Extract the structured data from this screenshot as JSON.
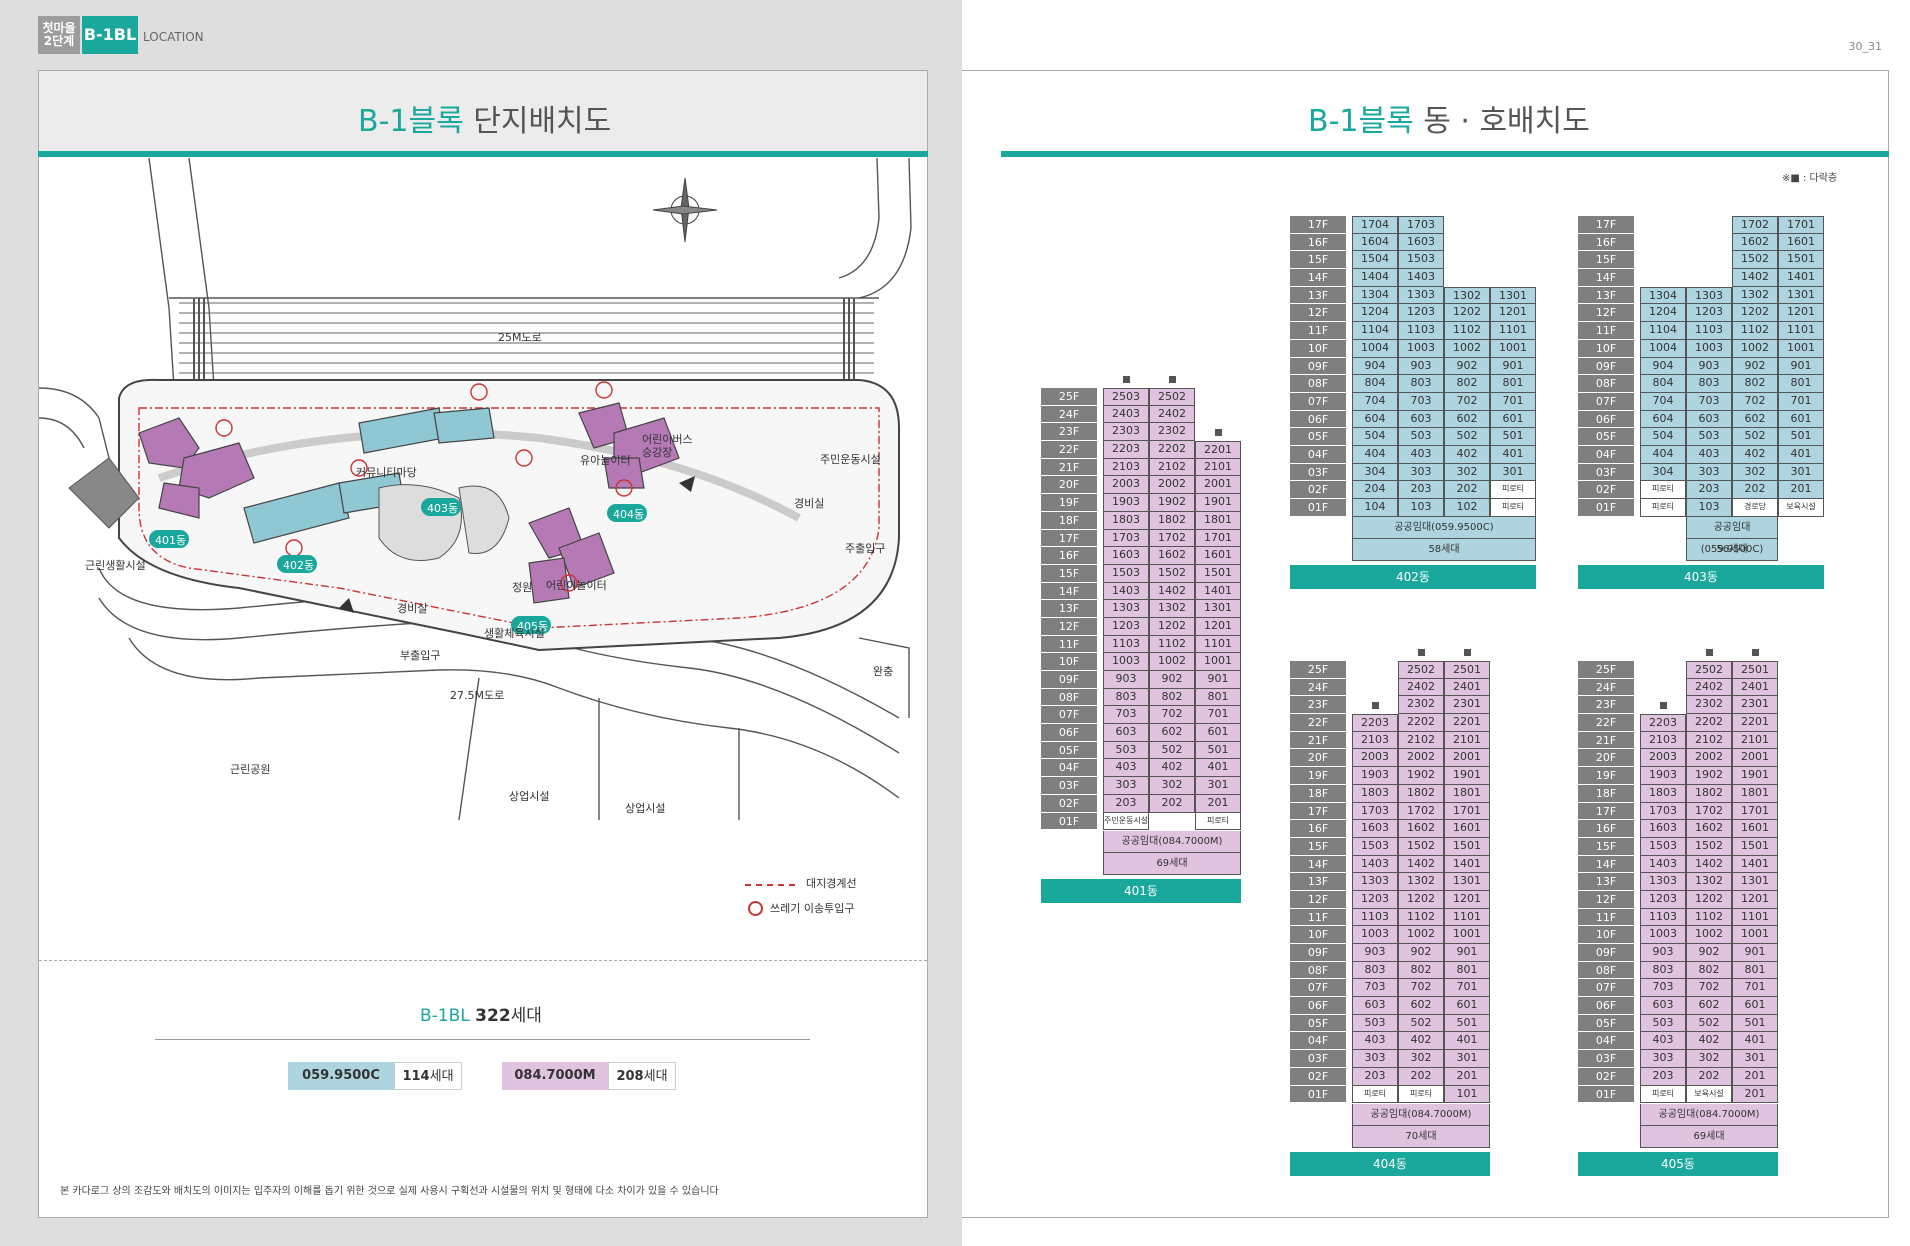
{
  "header": {
    "badge_line1": "첫마을",
    "badge_line2": "2단계",
    "block": "B-1BL",
    "section": "LOCATION",
    "page_numbers": "30_31"
  },
  "left": {
    "title_accent": "B-1블록",
    "title_rest": "단지배치도",
    "map_labels": {
      "road_25m": "25M도로",
      "road_275m": "27.5M도로",
      "b401": "401동",
      "b402": "402동",
      "b403": "403동",
      "b404": "404동",
      "b405": "405동",
      "community": "커뮤니티마당",
      "kids_play1": "유아놀이터",
      "kids_bus": "어린이버스\n승강장",
      "resident_fac": "주민운동시설",
      "guard1": "경비실",
      "guard2": "경비실",
      "main_gate": "주출입구",
      "sub_gate": "부출입구",
      "kids_play2": "어린이놀이터",
      "pond": "정원",
      "living_fac": "생활체육시설",
      "neighborhood_fac": "근린생활시설",
      "park": "근린공원",
      "commercial1": "상업시설",
      "commercial2": "상업시설",
      "buffer": "완충"
    },
    "legend": {
      "boundary": "대지경계선",
      "trash": "쓰레기 이송투입구"
    },
    "summary": {
      "block": "B-1BL",
      "count": "322",
      "unit": "세대"
    },
    "types": [
      {
        "code": "059.9500C",
        "count": "114",
        "unit": "세대",
        "color": "#aed4df"
      },
      {
        "code": "084.7000M",
        "count": "208",
        "unit": "세대",
        "color": "#dfc3df"
      }
    ],
    "disclaimer": "본 카다로그 상의 조감도와 배치도의 이미지는 입주자의 이해를 돕기 위한 것으로 실제 사용시 구획선과 시설물의 위치 및 형태에 다소 차이가 있을 수 있습니다"
  },
  "right": {
    "title_accent": "B-1블록",
    "title_rest": "동 · 호배치도",
    "note": "※■ : 다락층",
    "buildings": {
      "b402": {
        "name": "402동",
        "floors": [
          "17F",
          "16F",
          "15F",
          "14F",
          "13F",
          "12F",
          "11F",
          "10F",
          "09F",
          "08F",
          "07F",
          "06F",
          "05F",
          "04F",
          "03F",
          "02F",
          "01F"
        ],
        "units": [
          [
            "1704",
            "1703",
            "",
            ""
          ],
          [
            "1604",
            "1603",
            "",
            ""
          ],
          [
            "1504",
            "1503",
            "",
            ""
          ],
          [
            "1404",
            "1403",
            "",
            ""
          ],
          [
            "1304",
            "1303",
            "1302",
            "1301"
          ],
          [
            "1204",
            "1203",
            "1202",
            "1201"
          ],
          [
            "1104",
            "1103",
            "1102",
            "1101"
          ],
          [
            "1004",
            "1003",
            "1002",
            "1001"
          ],
          [
            "904",
            "903",
            "902",
            "901"
          ],
          [
            "804",
            "803",
            "802",
            "801"
          ],
          [
            "704",
            "703",
            "702",
            "701"
          ],
          [
            "604",
            "603",
            "602",
            "601"
          ],
          [
            "504",
            "503",
            "502",
            "501"
          ],
          [
            "404",
            "403",
            "402",
            "401"
          ],
          [
            "304",
            "303",
            "302",
            "301"
          ],
          [
            "204",
            "203",
            "202",
            "피로티"
          ],
          [
            "104",
            "103",
            "102",
            "피로티"
          ]
        ],
        "type": "공공임대(059.9500C)",
        "count": "58세대"
      },
      "b403": {
        "name": "403동",
        "floors": [
          "17F",
          "16F",
          "15F",
          "14F",
          "13F",
          "12F",
          "11F",
          "10F",
          "09F",
          "08F",
          "07F",
          "06F",
          "05F",
          "04F",
          "03F",
          "02F",
          "01F"
        ],
        "units": [
          [
            "",
            "",
            "1702",
            "1701"
          ],
          [
            "",
            "",
            "1602",
            "1601"
          ],
          [
            "",
            "",
            "1502",
            "1501"
          ],
          [
            "",
            "",
            "1402",
            "1401"
          ],
          [
            "1304",
            "1303",
            "1302",
            "1301"
          ],
          [
            "1204",
            "1203",
            "1202",
            "1201"
          ],
          [
            "1104",
            "1103",
            "1102",
            "1101"
          ],
          [
            "1004",
            "1003",
            "1002",
            "1001"
          ],
          [
            "904",
            "903",
            "902",
            "901"
          ],
          [
            "804",
            "803",
            "802",
            "801"
          ],
          [
            "704",
            "703",
            "702",
            "701"
          ],
          [
            "604",
            "603",
            "602",
            "601"
          ],
          [
            "504",
            "503",
            "502",
            "501"
          ],
          [
            "404",
            "403",
            "402",
            "401"
          ],
          [
            "304",
            "303",
            "302",
            "301"
          ],
          [
            "피로티",
            "203",
            "202",
            "201"
          ],
          [
            "피로티",
            "103",
            "경로당",
            "보육시설"
          ]
        ],
        "type": "공공임대(059.9500C)",
        "count": "56세대"
      },
      "b401": {
        "name": "401동",
        "floors": [
          "25F",
          "24F",
          "23F",
          "22F",
          "21F",
          "20F",
          "19F",
          "18F",
          "17F",
          "16F",
          "15F",
          "14F",
          "13F",
          "12F",
          "11F",
          "10F",
          "09F",
          "08F",
          "07F",
          "06F",
          "05F",
          "04F",
          "03F",
          "02F",
          "01F"
        ],
        "units": [
          [
            "2503",
            "2502",
            ""
          ],
          [
            "2403",
            "2402",
            ""
          ],
          [
            "2303",
            "2302",
            ""
          ],
          [
            "2203",
            "2202",
            "2201"
          ],
          [
            "2103",
            "2102",
            "2101"
          ],
          [
            "2003",
            "2002",
            "2001"
          ],
          [
            "1903",
            "1902",
            "1901"
          ],
          [
            "1803",
            "1802",
            "1801"
          ],
          [
            "1703",
            "1702",
            "1701"
          ],
          [
            "1603",
            "1602",
            "1601"
          ],
          [
            "1503",
            "1502",
            "1501"
          ],
          [
            "1403",
            "1402",
            "1401"
          ],
          [
            "1303",
            "1302",
            "1301"
          ],
          [
            "1203",
            "1202",
            "1201"
          ],
          [
            "1103",
            "1102",
            "1101"
          ],
          [
            "1003",
            "1002",
            "1001"
          ],
          [
            "903",
            "902",
            "901"
          ],
          [
            "803",
            "802",
            "801"
          ],
          [
            "703",
            "702",
            "701"
          ],
          [
            "603",
            "602",
            "601"
          ],
          [
            "503",
            "502",
            "501"
          ],
          [
            "403",
            "402",
            "401"
          ],
          [
            "303",
            "302",
            "301"
          ],
          [
            "203",
            "202",
            "201"
          ],
          [
            "주민운동시설",
            "",
            "피로티"
          ]
        ],
        "type": "공공임대(084.7000M)",
        "count": "69세대"
      },
      "b404": {
        "name": "404동",
        "floors": [
          "25F",
          "24F",
          "23F",
          "22F",
          "21F",
          "20F",
          "19F",
          "18F",
          "17F",
          "16F",
          "15F",
          "14F",
          "13F",
          "12F",
          "11F",
          "10F",
          "09F",
          "08F",
          "07F",
          "06F",
          "05F",
          "04F",
          "03F",
          "02F",
          "01F"
        ],
        "units": [
          [
            "",
            "2502",
            "2501"
          ],
          [
            "",
            "2402",
            "2401"
          ],
          [
            "",
            "2302",
            "2301"
          ],
          [
            "2203",
            "2202",
            "2201"
          ],
          [
            "2103",
            "2102",
            "2101"
          ],
          [
            "2003",
            "2002",
            "2001"
          ],
          [
            "1903",
            "1902",
            "1901"
          ],
          [
            "1803",
            "1802",
            "1801"
          ],
          [
            "1703",
            "1702",
            "1701"
          ],
          [
            "1603",
            "1602",
            "1601"
          ],
          [
            "1503",
            "1502",
            "1501"
          ],
          [
            "1403",
            "1402",
            "1401"
          ],
          [
            "1303",
            "1302",
            "1301"
          ],
          [
            "1203",
            "1202",
            "1201"
          ],
          [
            "1103",
            "1102",
            "1101"
          ],
          [
            "1003",
            "1002",
            "1001"
          ],
          [
            "903",
            "902",
            "901"
          ],
          [
            "803",
            "802",
            "801"
          ],
          [
            "703",
            "702",
            "701"
          ],
          [
            "603",
            "602",
            "601"
          ],
          [
            "503",
            "502",
            "501"
          ],
          [
            "403",
            "402",
            "401"
          ],
          [
            "303",
            "302",
            "301"
          ],
          [
            "203",
            "202",
            "201"
          ],
          [
            "피로티",
            "피로티",
            "101"
          ]
        ],
        "type": "공공임대(084.7000M)",
        "count": "70세대"
      },
      "b405": {
        "name": "405동",
        "floors": [
          "25F",
          "24F",
          "23F",
          "22F",
          "21F",
          "20F",
          "19F",
          "18F",
          "17F",
          "16F",
          "15F",
          "14F",
          "13F",
          "12F",
          "11F",
          "10F",
          "09F",
          "08F",
          "07F",
          "06F",
          "05F",
          "04F",
          "03F",
          "02F",
          "01F"
        ],
        "units": [
          [
            "",
            "2502",
            "2501"
          ],
          [
            "",
            "2402",
            "2401"
          ],
          [
            "",
            "2302",
            "2301"
          ],
          [
            "2203",
            "2202",
            "2201"
          ],
          [
            "2103",
            "2102",
            "2101"
          ],
          [
            "2003",
            "2002",
            "2001"
          ],
          [
            "1903",
            "1902",
            "1901"
          ],
          [
            "1803",
            "1802",
            "1801"
          ],
          [
            "1703",
            "1702",
            "1701"
          ],
          [
            "1603",
            "1602",
            "1601"
          ],
          [
            "1503",
            "1502",
            "1501"
          ],
          [
            "1403",
            "1402",
            "1401"
          ],
          [
            "1303",
            "1302",
            "1301"
          ],
          [
            "1203",
            "1202",
            "1201"
          ],
          [
            "1103",
            "1102",
            "1101"
          ],
          [
            "1003",
            "1002",
            "1001"
          ],
          [
            "903",
            "902",
            "901"
          ],
          [
            "803",
            "802",
            "801"
          ],
          [
            "703",
            "702",
            "701"
          ],
          [
            "603",
            "602",
            "601"
          ],
          [
            "503",
            "502",
            "501"
          ],
          [
            "403",
            "402",
            "401"
          ],
          [
            "303",
            "302",
            "301"
          ],
          [
            "203",
            "202",
            "201"
          ],
          [
            "피로티",
            "보육시설",
            "201"
          ]
        ],
        "type": "공공임대(084.7000M)",
        "count": "69세대"
      }
    }
  },
  "colors": {
    "accent": "#1aa79c",
    "type_c": "#aed4df",
    "type_m": "#dfc3df",
    "floor_col": "#7f7f7f",
    "boundary": "#cc3333"
  }
}
